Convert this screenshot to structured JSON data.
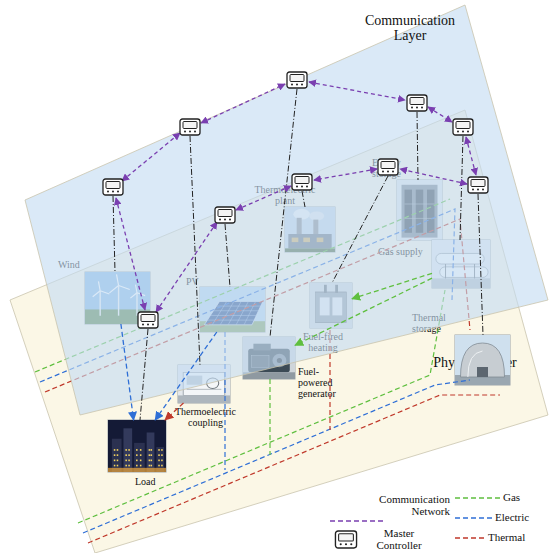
{
  "diagram": {
    "nodes": [
      {
        "text": [
          "Communication Layer"
        ]
      },
      {
        "text": [
          "Physical Layer"
        ]
      },
      {
        "text": [
          "Wind"
        ],
        "in": 1
      },
      {
        "text": [
          "PV"
        ],
        "in": 1
      },
      {
        "text": [
          "Thermoelectric plant"
        ],
        "in": 1
      },
      {
        "text": [
          "Energy storage"
        ],
        "in": 1
      },
      {
        "text": [
          "Gas supply"
        ],
        "in": 1
      },
      {
        "text": [
          "Thermal storage"
        ],
        "in": 1
      },
      {
        "text": [
          "Fuel-fired heating"
        ],
        "in": 1
      },
      {
        "text": [
          "Fuel-powered generator"
        ],
        "in": 1
      },
      {
        "text": [
          "Thermoelectric coupling"
        ],
        "in": 1
      },
      {
        "text": [
          "Load"
        ],
        "in": 1
      }
    ],
    "edges": [
      {
        "from": 2,
        "to": 11,
        "arrow": "to"
      },
      {
        "from": 3,
        "to": 11,
        "arrow": "to"
      },
      {
        "from": 10,
        "to": 11,
        "arrow": "to"
      },
      {
        "from": 6,
        "to": 8,
        "arrow": "to"
      },
      {
        "from": 6,
        "to": 9,
        "arrow": "to"
      }
    ],
    "legend": [
      {
        "text": "Communication Network"
      },
      {
        "text": "Gas"
      },
      {
        "text": "Electric"
      },
      {
        "text": "Thermal"
      },
      {
        "text": "Master Controller"
      }
    ]
  }
}
